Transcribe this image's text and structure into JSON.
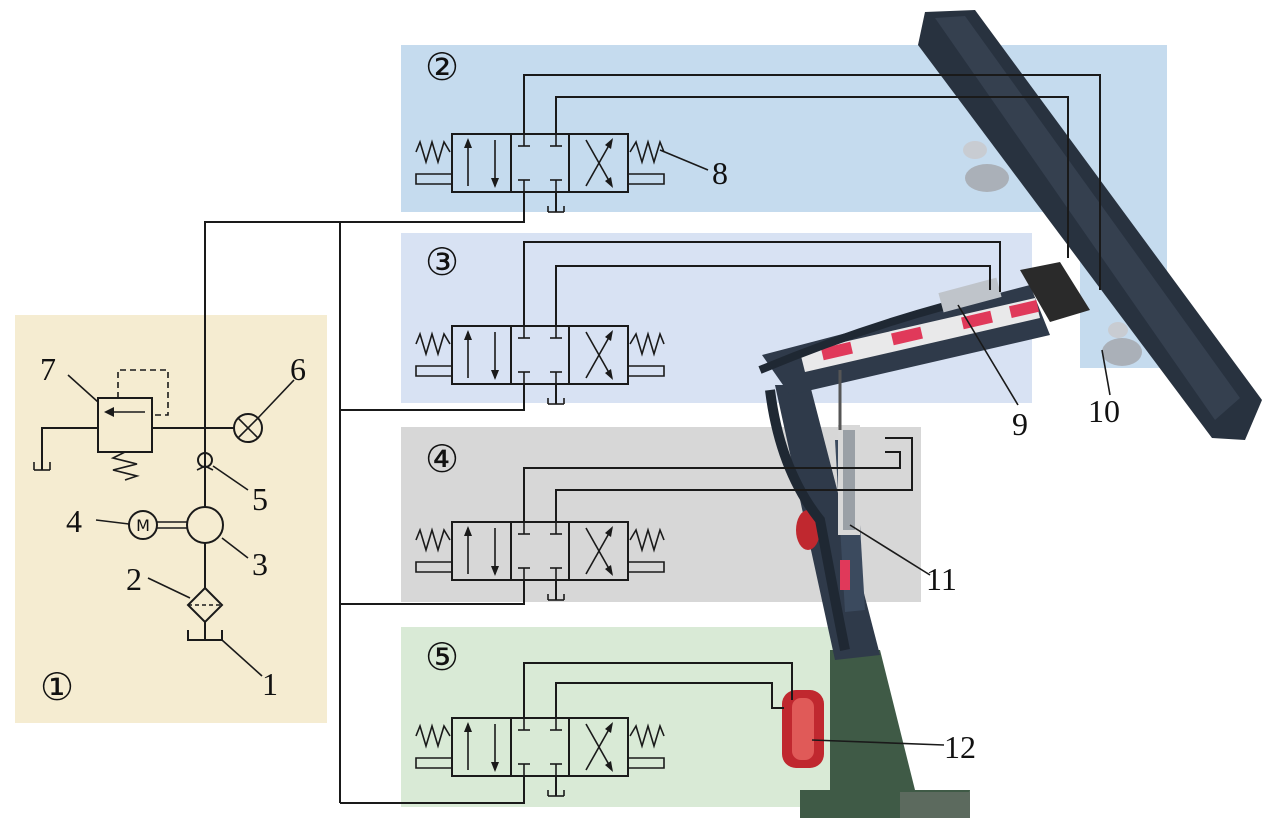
{
  "panels": {
    "power_unit": {
      "tag": "①",
      "color": "#f5ecd1"
    },
    "valve_group_2": {
      "tag": "②",
      "color": "#c5dbee"
    },
    "valve_group_3": {
      "tag": "③",
      "color": "#d8e2f3"
    },
    "valve_group_4": {
      "tag": "④",
      "color": "#d7d7d7"
    },
    "valve_group_5": {
      "tag": "⑤",
      "color": "#d9ead6"
    }
  },
  "callouts": {
    "c1": "1",
    "c2": "2",
    "c3": "3",
    "c4": "4",
    "c5": "5",
    "c6": "6",
    "c7": "7",
    "c8": "8",
    "c9": "9",
    "c10": "10",
    "c11": "11",
    "c12": "12"
  },
  "motor_symbol": "M",
  "colors": {
    "line": "#1a1a1a",
    "arm_body": "#2f3a4a",
    "arm_stripe": "#e0395a",
    "base_green": "#3f5a46",
    "cylinder_red": "#c0282f"
  }
}
